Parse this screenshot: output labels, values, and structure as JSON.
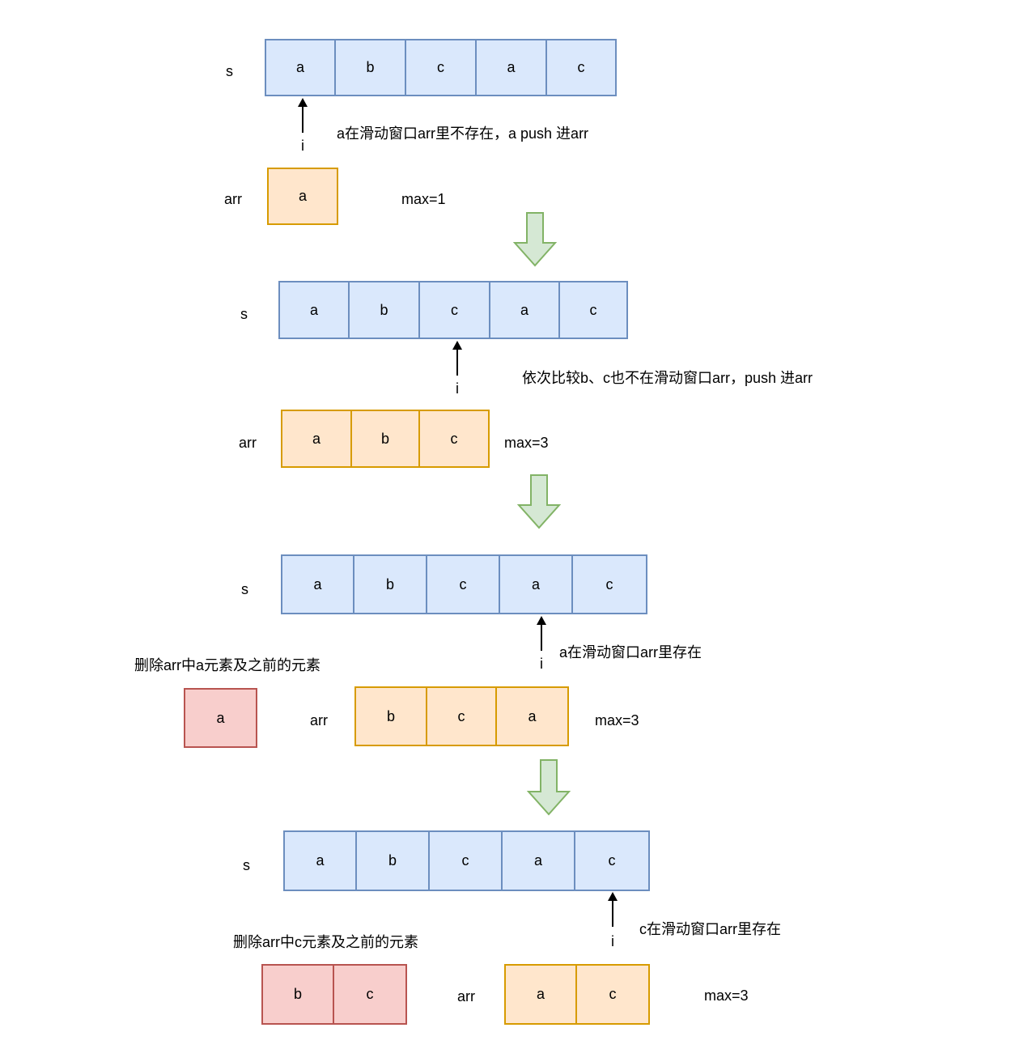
{
  "labels": {
    "s": "s",
    "arr": "arr",
    "i": "i"
  },
  "colors": {
    "blue_fill": "#dae8fc",
    "blue_stroke": "#6c8ebf",
    "orange_fill": "#ffe6cc",
    "orange_stroke": "#d79b00",
    "red_fill": "#f8cecc",
    "red_stroke": "#b85450",
    "arrow_fill": "#d5e8d4",
    "arrow_stroke": "#82b366"
  },
  "steps": [
    {
      "s": [
        "a",
        "b",
        "c",
        "a",
        "c"
      ],
      "note": "a在滑动窗口arr里不存在，a push 进arr",
      "arr": [
        "a"
      ],
      "max": "max=1"
    },
    {
      "s": [
        "a",
        "b",
        "c",
        "a",
        "c"
      ],
      "note": "依次比较b、c也不在滑动窗口arr，push 进arr",
      "arr": [
        "a",
        "b",
        "c"
      ],
      "max": "max=3"
    },
    {
      "s": [
        "a",
        "b",
        "c",
        "a",
        "c"
      ],
      "note": "a在滑动窗口arr里存在",
      "removed_note": "删除arr中a元素及之前的元素",
      "removed": [
        "a"
      ],
      "arr": [
        "b",
        "c",
        "a"
      ],
      "max": "max=3"
    },
    {
      "s": [
        "a",
        "b",
        "c",
        "a",
        "c"
      ],
      "note": "c在滑动窗口arr里存在",
      "removed_note": "删除arr中c元素及之前的元素",
      "removed": [
        "b",
        "c"
      ],
      "arr": [
        "a",
        "c"
      ],
      "max": "max=3"
    }
  ]
}
